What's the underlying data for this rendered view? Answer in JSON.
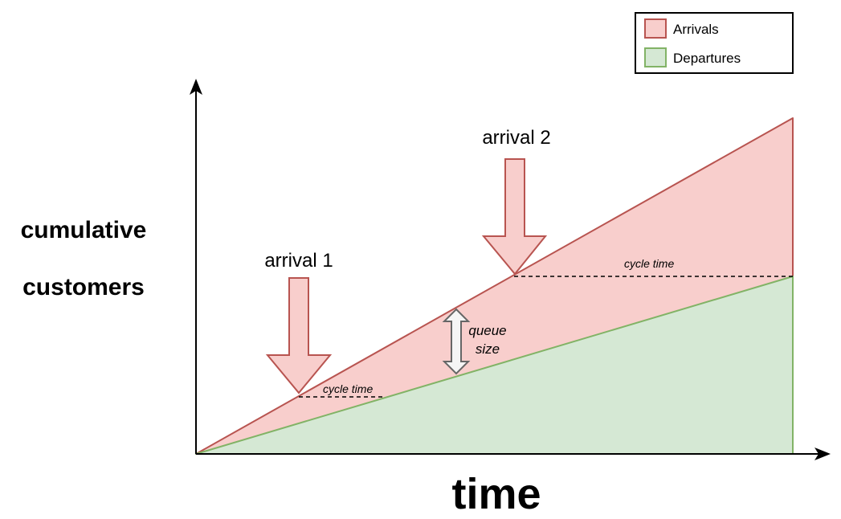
{
  "axis_labels": {
    "y_line1": "cumulative",
    "y_line2": "customers",
    "x": "time"
  },
  "legend": {
    "items": [
      {
        "label": "Arrivals",
        "fill": "#f8cecc",
        "stroke": "#b85450"
      },
      {
        "label": "Departures",
        "fill": "#d5e8d4",
        "stroke": "#82b366"
      }
    ]
  },
  "annotations": {
    "arrival_1": "arrival 1",
    "arrival_2": "arrival 2",
    "cycle_time_1": "cycle time",
    "cycle_time_2": "cycle time",
    "queue_line1": "queue",
    "queue_line2": "size"
  },
  "colors": {
    "arrivals_fill": "#f8cecc",
    "arrivals_stroke": "#b85450",
    "departures_fill": "#d5e8d4",
    "departures_stroke": "#82b366",
    "double_arrow_fill": "#f5f5f5",
    "double_arrow_stroke": "#666666"
  }
}
